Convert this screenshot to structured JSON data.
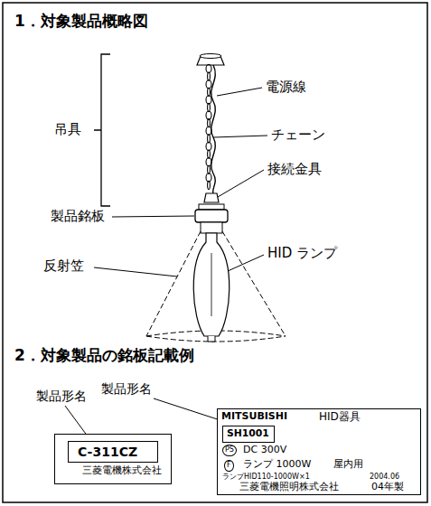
{
  "diagram": {
    "nodes": [
      {
        "text": [
          "三菱電機株式会社"
        ]
      },
      {
        "text": [
          "C-311CZ"
        ],
        "in": 0
      },
      {
        "text": [
          "MITSUBISHI",
          "HID器具",
          "PS",
          "F",
          "DC 300V",
          "ランプ 1000W",
          "屋内用",
          "ランプHID110-1000W×1",
          "2004.06",
          "三菱電機照明株式会社",
          "04年製"
        ]
      },
      {
        "text": [
          "SH1001"
        ],
        "in": 2
      }
    ],
    "labels": [
      "1．対象製品概略図",
      "電源線",
      "吊具",
      "チェーン",
      "接続金具",
      "製品銘板",
      "反射笠",
      "HID ランプ",
      "2．対象製品の銘板記載例",
      "製品形名",
      "製品形名"
    ]
  }
}
